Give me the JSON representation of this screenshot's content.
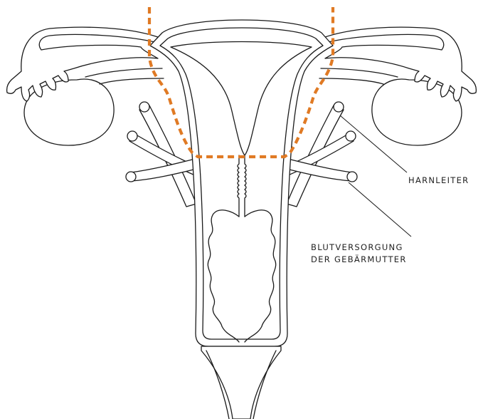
{
  "labels": {
    "ureter": "HARNLEITER",
    "blood_supply_line1": "BLUTVERSORGUNG",
    "blood_supply_line2": "DER GEBÄRMUTTER"
  },
  "colors": {
    "outline": "#1a1a1a",
    "cut_line": "#E07A24",
    "background": "#ffffff"
  }
}
